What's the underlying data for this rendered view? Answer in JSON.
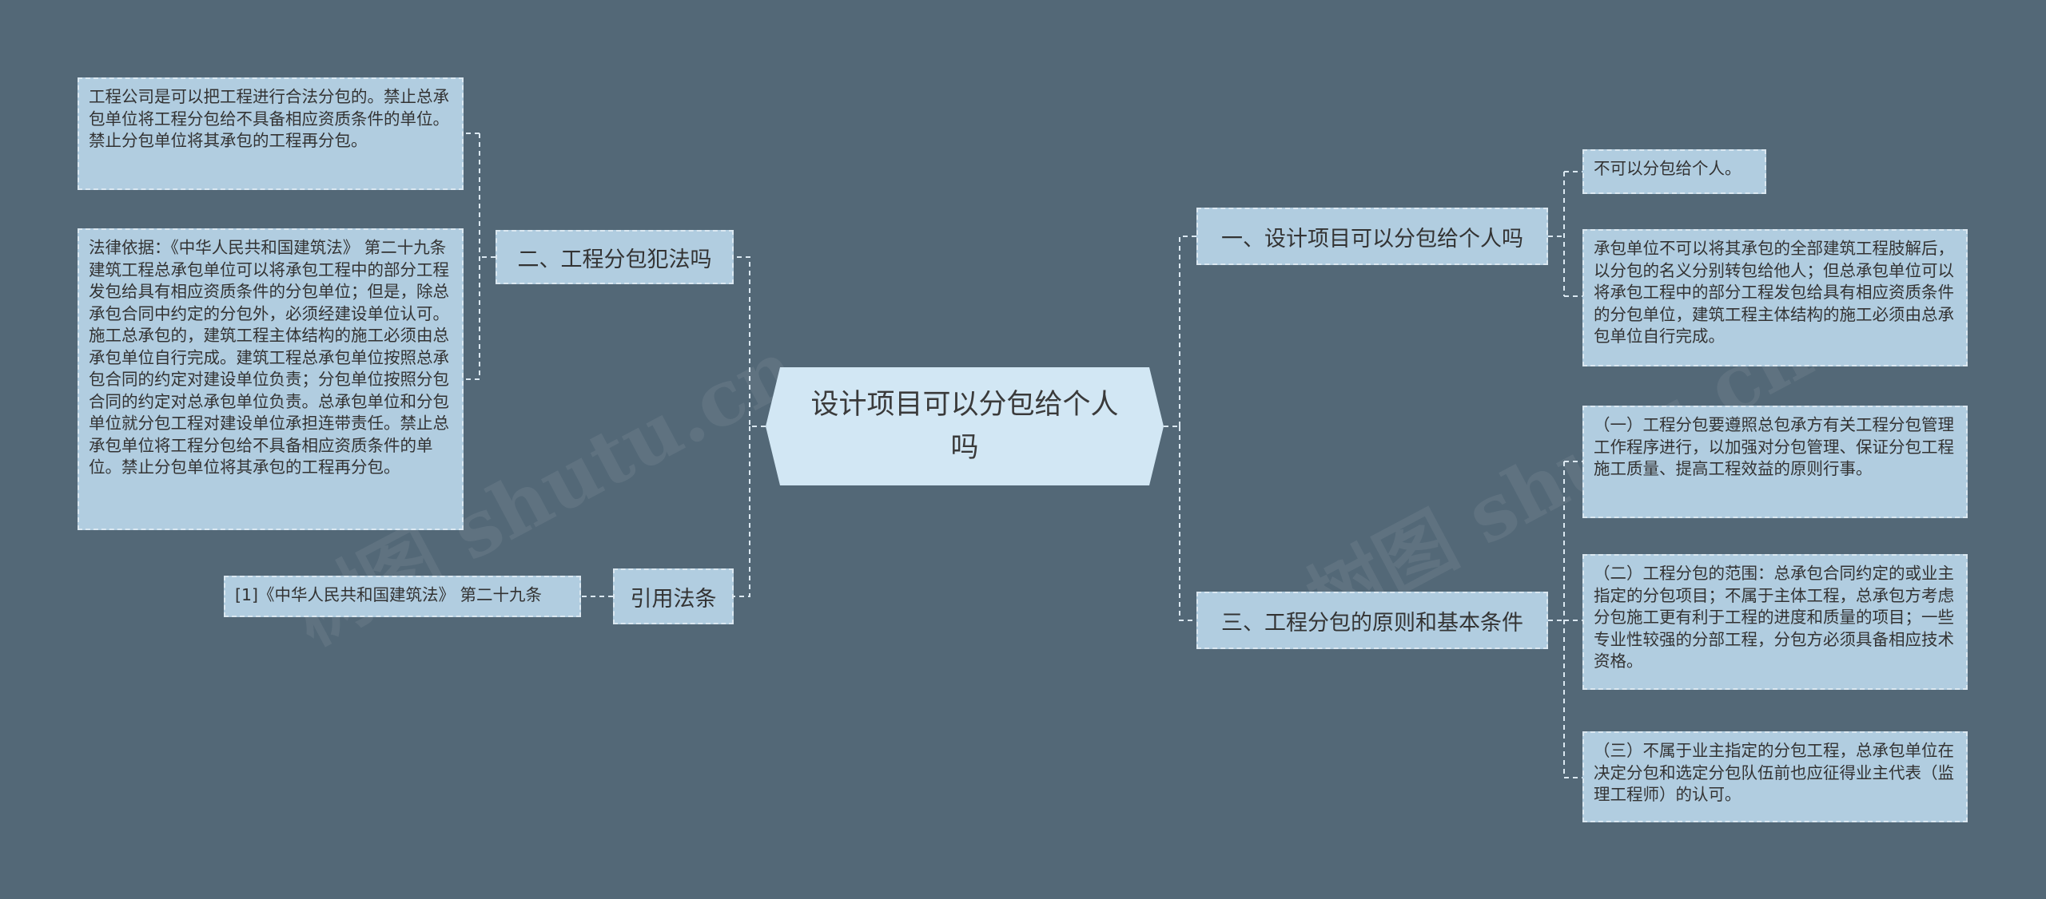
{
  "central": "设计项目可以分包给个人吗",
  "branches": {
    "b1": "一、设计项目可以分包给个人吗",
    "b2": "二、工程分包犯法吗",
    "b3": "三、工程分包的原则和基本条件",
    "b4": "引用法条"
  },
  "leaves": {
    "b1_1": "不可以分包给个人。",
    "b1_2": "承包单位不可以将其承包的全部建筑工程肢解后，以分包的名义分别转包给他人；但总承包单位可以将承包工程中的部分工程发包给具有相应资质条件的分包单位，建筑工程主体结构的施工必须由总承包单位自行完成。",
    "b2_1": "工程公司是可以把工程进行合法分包的。禁止总承包单位将工程分包给不具备相应资质条件的单位。禁止分包单位将其承包的工程再分包。",
    "b2_2": "法律依据：《中华人民共和国建筑法》 第二十九条 建筑工程总承包单位可以将承包工程中的部分工程发包给具有相应资质条件的分包单位；但是，除总承包合同中约定的分包外，必须经建设单位认可。施工总承包的，建筑工程主体结构的施工必须由总承包单位自行完成。建筑工程总承包单位按照总承包合同的约定对建设单位负责；分包单位按照分包合同的约定对总承包单位负责。总承包单位和分包单位就分包工程对建设单位承担连带责任。禁止总承包单位将工程分包给不具备相应资质条件的单位。禁止分包单位将其承包的工程再分包。",
    "b3_1": "（一）工程分包要遵照总包承方有关工程分包管理工作程序进行，以加强对分包管理、保证分包工程施工质量、提高工程效益的原则行事。",
    "b3_2": "（二）工程分包的范围：总承包合同约定的或业主指定的分包项目；不属于主体工程，总承包方考虑分包施工更有利于工程的进度和质量的项目；一些专业性较强的分部工程，分包方必须具备相应技术资格。",
    "b3_3": "（三）不属于业主指定的分包工程，总承包单位在决定分包和选定分包队伍前也应征得业主代表（监理工程师）的认可。",
    "b4_1": "[1]《中华人民共和国建筑法》 第二十九条"
  },
  "watermarks": [
    "树图 shutu.cn",
    "树图 shutu.cn"
  ],
  "colors": {
    "background": "#536877",
    "central_fill": "#d2e7f4",
    "node_fill": "#b1cde0",
    "connector": "#dbe8f1"
  }
}
